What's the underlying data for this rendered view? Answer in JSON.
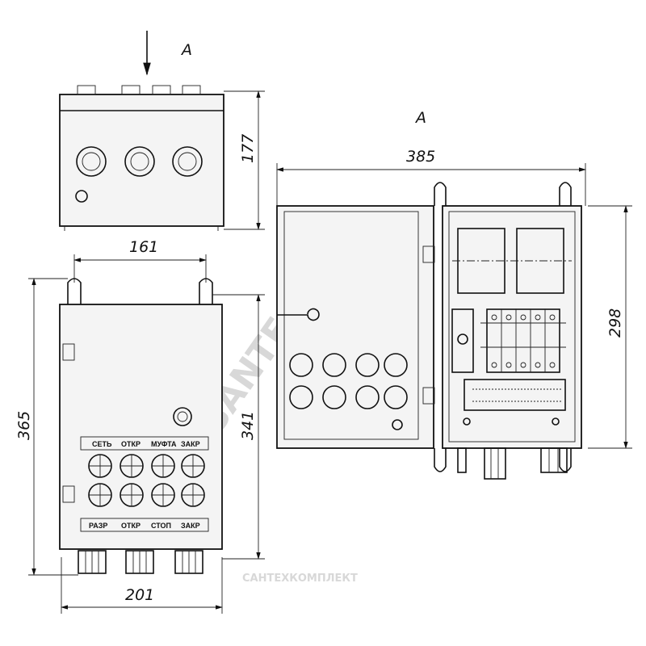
{
  "view_marks": {
    "arrow_label": "A",
    "view_label": "A"
  },
  "dimensions": {
    "top_height": "177",
    "mount_width": "161",
    "total_height": "365",
    "body_height": "341",
    "body_width": "201",
    "open_width": "385",
    "inner_height": "298"
  },
  "front_panel": {
    "top_labels": [
      "СЕТЬ",
      "ОТКР",
      "МУФТА",
      "ЗАКР"
    ],
    "bottom_labels": [
      "РАЗР",
      "ОТКР",
      "СТОП",
      "ЗАКР"
    ]
  },
  "watermark": {
    "site": "SANTECH.RU",
    "brand": "САНТЕХКОМПЛЕКТ"
  }
}
